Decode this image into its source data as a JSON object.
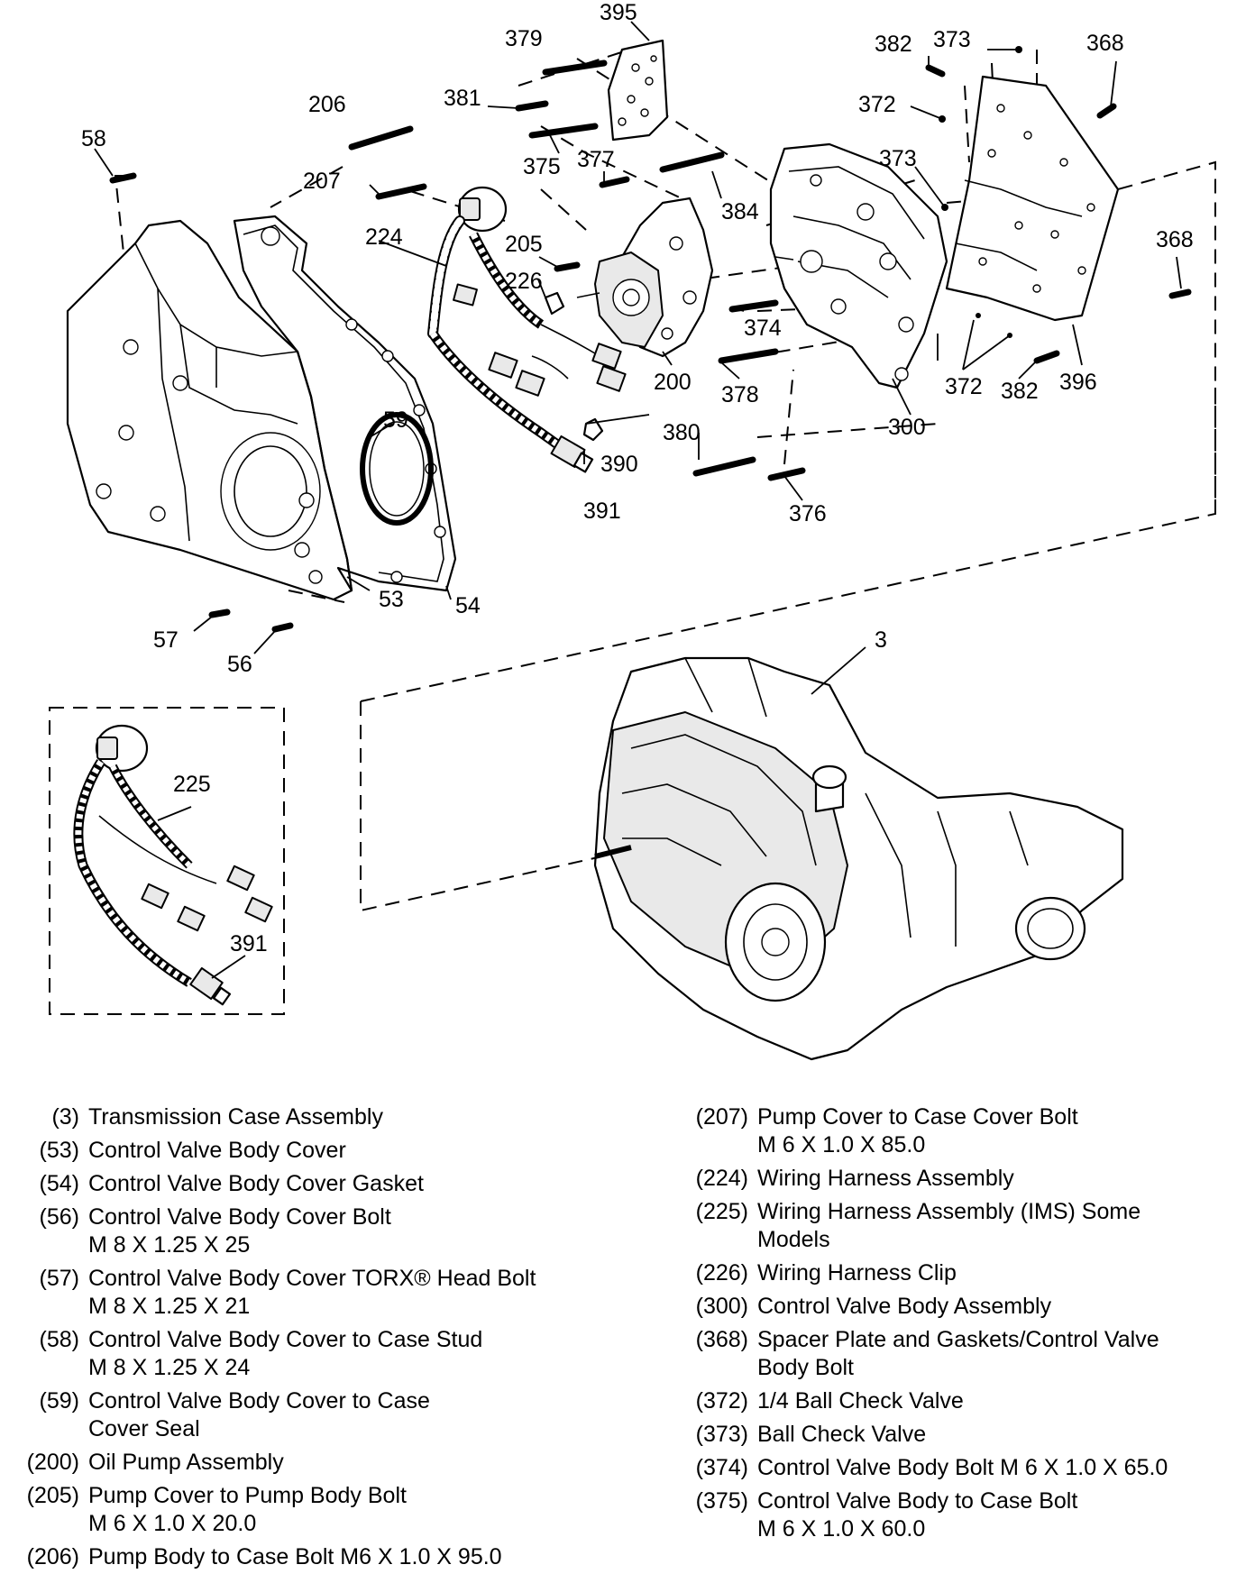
{
  "callouts": {
    "c3": "3",
    "c53": "53",
    "c54": "54",
    "c56": "56",
    "c57": "57",
    "c58": "58",
    "c59": "59",
    "c200": "200",
    "c205": "205",
    "c206": "206",
    "c207": "207",
    "c224": "224",
    "c225": "225",
    "c226": "226",
    "c300": "300",
    "c368a": "368",
    "c368b": "368",
    "c372a": "372",
    "c372b": "372",
    "c373a": "373",
    "c373b": "373",
    "c374": "374",
    "c375": "375",
    "c376": "376",
    "c377": "377",
    "c378": "378",
    "c379": "379",
    "c380": "380",
    "c381": "381",
    "c382a": "382",
    "c382b": "382",
    "c384": "384",
    "c390": "390",
    "c391a": "391",
    "c391b": "391",
    "c395": "395",
    "c396": "396"
  },
  "legend_left": [
    {
      "num": "(3)",
      "lines": [
        "Transmission Case Assembly"
      ]
    },
    {
      "num": "(53)",
      "lines": [
        "Control Valve Body Cover"
      ]
    },
    {
      "num": "(54)",
      "lines": [
        "Control Valve Body Cover Gasket"
      ]
    },
    {
      "num": "(56)",
      "lines": [
        "Control Valve Body Cover Bolt",
        "M 8 X 1.25 X 25"
      ]
    },
    {
      "num": "(57)",
      "lines": [
        "Control Valve Body Cover TORX® Head Bolt",
        "M 8 X 1.25 X 21"
      ]
    },
    {
      "num": "(58)",
      "lines": [
        "Control Valve Body Cover to Case Stud",
        "M 8 X 1.25 X 24"
      ]
    },
    {
      "num": "(59)",
      "lines": [
        "Control Valve Body Cover to Case",
        "Cover Seal"
      ]
    },
    {
      "num": "(200)",
      "lines": [
        "Oil Pump Assembly"
      ]
    },
    {
      "num": "(205)",
      "lines": [
        "Pump Cover to Pump Body Bolt",
        "M 6 X 1.0 X 20.0"
      ]
    },
    {
      "num": "(206)",
      "lines": [
        "Pump Body to Case Bolt M6 X 1.0 X 95.0"
      ]
    }
  ],
  "legend_right": [
    {
      "num": "(207)",
      "lines": [
        "Pump Cover to Case Cover Bolt",
        "M 6 X 1.0 X 85.0"
      ]
    },
    {
      "num": "(224)",
      "lines": [
        "Wiring Harness Assembly"
      ]
    },
    {
      "num": "(225)",
      "lines": [
        "Wiring Harness Assembly (IMS) Some",
        "Models"
      ]
    },
    {
      "num": "(226)",
      "lines": [
        "Wiring Harness Clip"
      ]
    },
    {
      "num": "(300)",
      "lines": [
        "Control Valve Body Assembly"
      ]
    },
    {
      "num": "(368)",
      "lines": [
        "Spacer Plate and Gaskets/Control Valve",
        "Body Bolt"
      ]
    },
    {
      "num": "(372)",
      "lines": [
        "1/4 Ball Check Valve"
      ]
    },
    {
      "num": "(373)",
      "lines": [
        "Ball Check Valve"
      ]
    },
    {
      "num": "(374)",
      "lines": [
        "Control Valve Body Bolt M 6 X 1.0 X 65.0"
      ]
    },
    {
      "num": "(375)",
      "lines": [
        "Control Valve Body to Case Bolt",
        "M 6 X 1.0 X 60.0"
      ]
    }
  ]
}
